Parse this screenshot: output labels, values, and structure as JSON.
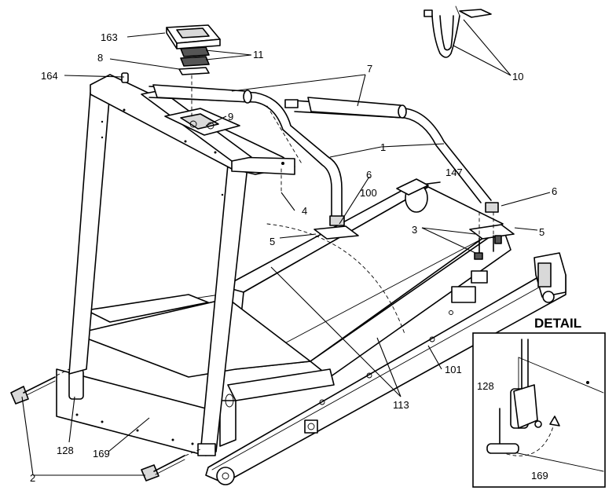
{
  "callouts": [
    {
      "id": "c163",
      "text": "163"
    },
    {
      "id": "c8",
      "text": "8"
    },
    {
      "id": "c11",
      "text": "11"
    },
    {
      "id": "c164",
      "text": "164"
    },
    {
      "id": "c7",
      "text": "7"
    },
    {
      "id": "c9",
      "text": "9"
    },
    {
      "id": "c10",
      "text": "10"
    },
    {
      "id": "c1",
      "text": "1"
    },
    {
      "id": "c147",
      "text": "147"
    },
    {
      "id": "c6a",
      "text": "6"
    },
    {
      "id": "c100",
      "text": "100"
    },
    {
      "id": "c6b",
      "text": "6"
    },
    {
      "id": "c4",
      "text": "4"
    },
    {
      "id": "c3",
      "text": "3"
    },
    {
      "id": "c5a",
      "text": "5"
    },
    {
      "id": "c5b",
      "text": "5"
    },
    {
      "id": "c101",
      "text": "101"
    },
    {
      "id": "c113",
      "text": "113"
    },
    {
      "id": "c128",
      "text": "128"
    },
    {
      "id": "c169",
      "text": "169"
    },
    {
      "id": "c2",
      "text": "2"
    }
  ],
  "detail": {
    "title": "DETAIL",
    "callouts": [
      {
        "id": "d128",
        "text": "128"
      },
      {
        "id": "d169",
        "text": "169"
      }
    ]
  }
}
